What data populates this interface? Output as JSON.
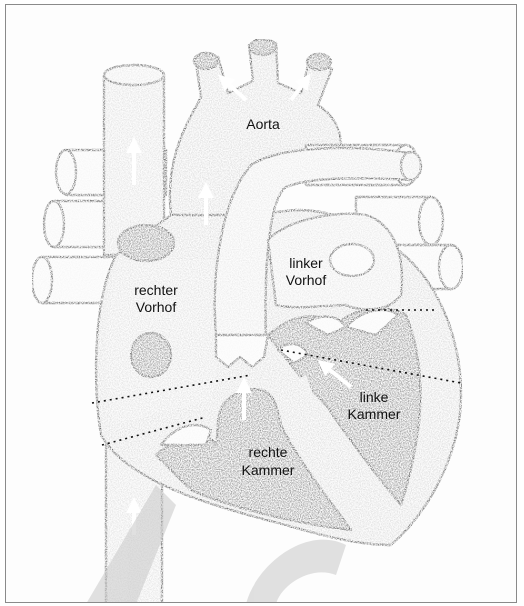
{
  "labels": {
    "aorta": "Aorta",
    "right_atrium_line1": "rechter",
    "right_atrium_line2": "Vorhof",
    "left_atrium_line1": "linker",
    "left_atrium_line2": "Vorhof",
    "right_ventricle_line1": "rechte",
    "right_ventricle_line2": "Kammer",
    "left_ventricle_line1": "linke",
    "left_ventricle_line2": "Kammer"
  },
  "colors": {
    "light_fill": "#d2d2d2",
    "dark_fill": "#6e6e6e",
    "outline": "#1a1a1a",
    "arrow": "#ffffff",
    "watermark": "#c8c8c8"
  }
}
